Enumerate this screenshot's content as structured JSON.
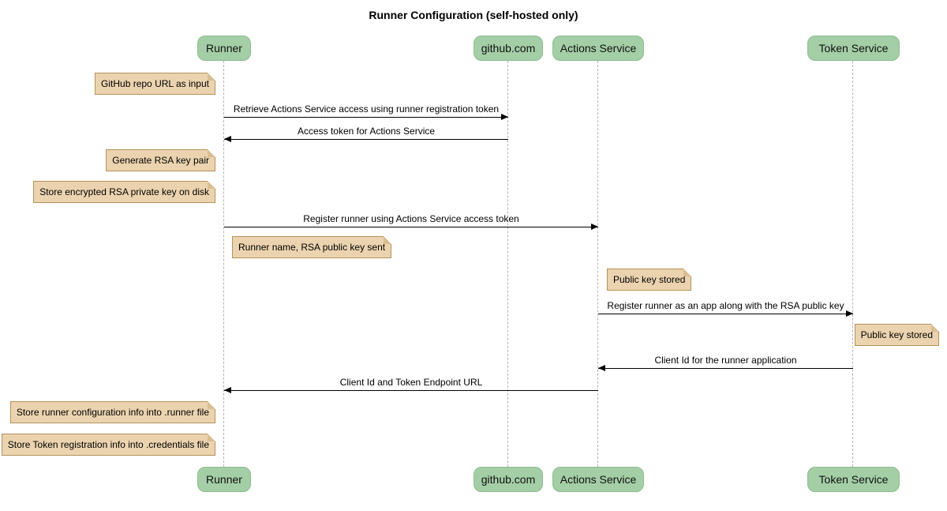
{
  "diagram": {
    "type": "sequence-diagram",
    "title": "Runner Configuration (self-hosted only)",
    "participants": [
      {
        "name": "Runner"
      },
      {
        "name": "github.com"
      },
      {
        "name": "Actions Service"
      },
      {
        "name": "Token Service"
      }
    ],
    "messages": [
      {
        "from": "Runner",
        "to": "github.com",
        "label": "Retrieve Actions Service access using runner registration token"
      },
      {
        "from": "github.com",
        "to": "Runner",
        "label": "Access token for Actions Service"
      },
      {
        "from": "Runner",
        "to": "Actions Service",
        "label": "Register runner using Actions Service access token"
      },
      {
        "from": "Actions Service",
        "to": "Token Service",
        "label": "Register runner as an app along with the RSA public key"
      },
      {
        "from": "Token Service",
        "to": "Actions Service",
        "label": "Client Id for the runner application"
      },
      {
        "from": "Actions Service",
        "to": "Runner",
        "label": "Client Id and Token Endpoint URL"
      }
    ],
    "notes": [
      {
        "anchor": "Runner",
        "side": "left",
        "label": "GitHub repo URL as input"
      },
      {
        "anchor": "Runner",
        "side": "left",
        "label": "Generate RSA key pair"
      },
      {
        "anchor": "Runner",
        "side": "left",
        "label": "Store encrypted RSA private key on disk"
      },
      {
        "anchor": "Runner",
        "side": "right",
        "label": "Runner name, RSA public key sent"
      },
      {
        "anchor": "Actions Service",
        "side": "right",
        "label": "Public key stored"
      },
      {
        "anchor": "Token Service",
        "side": "right",
        "label": "Public key stored"
      },
      {
        "anchor": "Runner",
        "side": "left",
        "label": "Store runner configuration info into .runner file"
      },
      {
        "anchor": "Runner",
        "side": "left",
        "label": "Store Token registration info into .credentials file"
      }
    ],
    "colors": {
      "participant_fill": "#a4cea6",
      "participant_border": "#8fbc91",
      "note_fill": "#ebd3af",
      "note_border": "#b2935b",
      "lifeline": "#b3b3b3",
      "arrow": "#000000",
      "background": "#ffffff",
      "text": "#000000"
    }
  }
}
